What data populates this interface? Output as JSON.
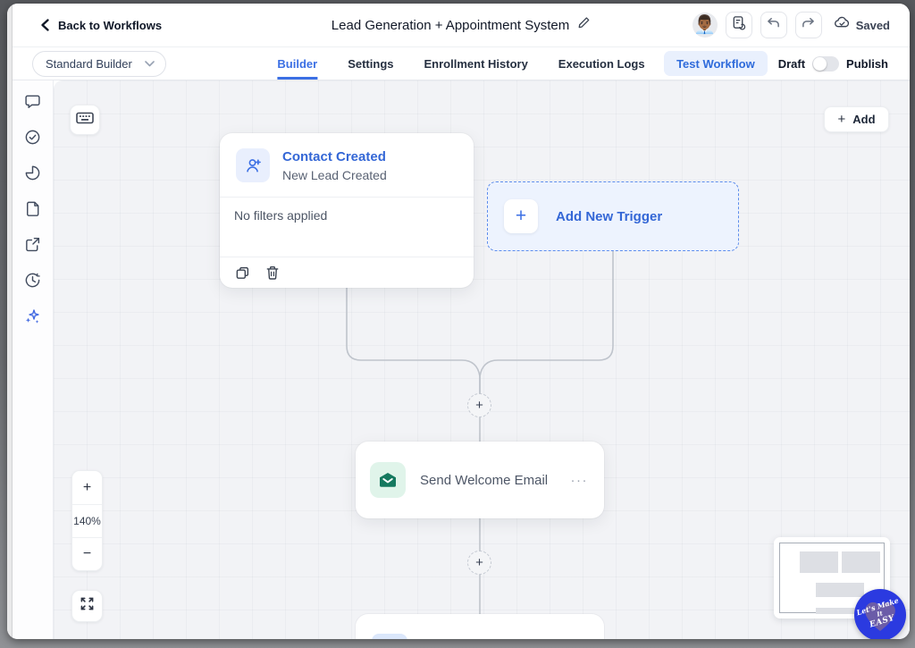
{
  "header": {
    "back_label": "Back to Workflows",
    "title": "Lead Generation + Appointment System",
    "saved_label": "Saved"
  },
  "toolbar": {
    "builder_select": "Standard Builder",
    "tabs": [
      {
        "label": "Builder",
        "active": true
      },
      {
        "label": "Settings",
        "active": false
      },
      {
        "label": "Enrollment History",
        "active": false
      },
      {
        "label": "Execution Logs",
        "active": false
      }
    ],
    "test_workflow_label": "Test Workflow",
    "draft_label": "Draft",
    "publish_label": "Publish"
  },
  "sidebar": {
    "icons": [
      "chat",
      "approve-check",
      "pie-chart",
      "document",
      "external-link",
      "history",
      "ai-sparkles"
    ]
  },
  "canvas": {
    "add_button_label": "Add",
    "add_plus": "+",
    "node_plus": "+",
    "trigger_plus": "+",
    "trigger_card": {
      "title": "Contact Created",
      "subtitle": "New Lead Created",
      "filters_text": "No filters applied"
    },
    "add_new_trigger_label": "Add New Trigger",
    "action_card": {
      "title": "Send Welcome Email",
      "menu": "···"
    },
    "zoom": {
      "in": "+",
      "out": "−",
      "level": "140%"
    }
  },
  "watermark": {
    "line1": "Let's Make",
    "line2": "It",
    "line3": "EASY"
  },
  "colors": {
    "accent_blue": "#3B6FE4",
    "light_blue_bg": "#EDF3FE",
    "green_icon": "#15795F",
    "green_icon_bg": "#E0F4EA",
    "badge_blue": "#2B3AE0",
    "heart_purple": "#6B5CA8",
    "canvas_bg": "#F2F3F6"
  }
}
